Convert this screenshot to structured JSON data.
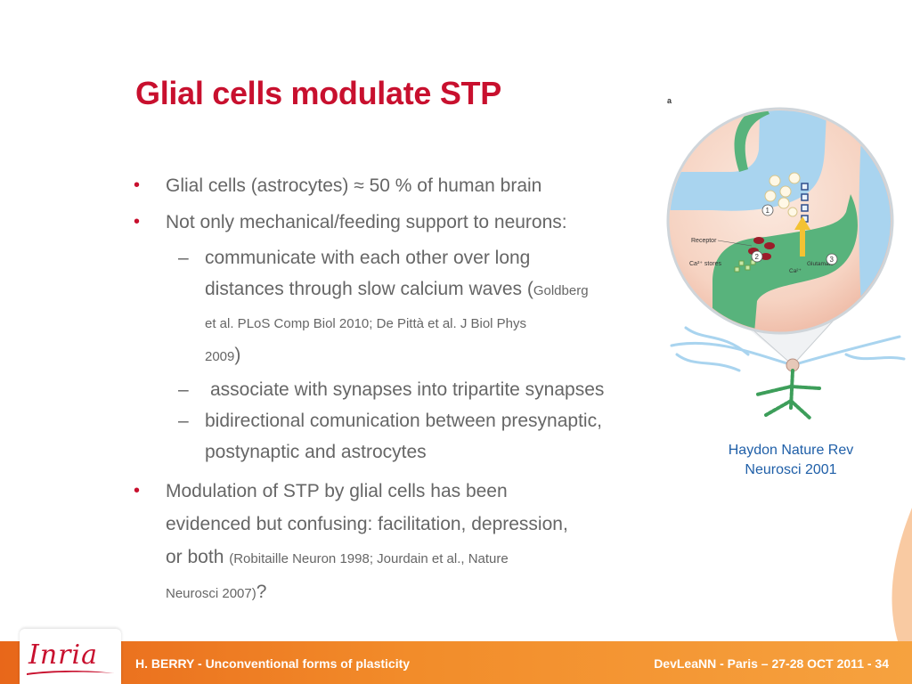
{
  "slide": {
    "title": "Glial cells modulate STP",
    "bullets": {
      "b1": "Glial cells (astrocytes) ≈ 50 % of human brain",
      "b2": "Not only mechanical/feeding support to neurons:",
      "s1_text_a": "communicate with each other over long",
      "s1_text_b": "distances through slow calcium waves (",
      "s1_cite_a": "Goldberg",
      "s1_cite_b": "et al. PLoS Comp Biol 2010; De Pittà et al. J Biol Phys",
      "s1_cite_c": "2009",
      "s1_close": ")",
      "s2": "associate with synapses into tripartite synapses",
      "s3_a": "bidirectional comunication between presynaptic,",
      "s3_b": "postynaptic and astrocytes",
      "b3_a": "Modulation of STP by glial cells has been",
      "b3_b": "evidenced but confusing: facilitation, depression,",
      "b3_c": "or both ",
      "b3_cite_a": "(Robitaille Neuron 1998; Jourdain et al., Nature",
      "b3_cite_b": "Neurosci 2007)",
      "b3_end": "?"
    },
    "figure": {
      "panel_letter": "a",
      "labels": {
        "receptor": "Receptor",
        "ca_stores": "Ca²⁺ stores",
        "ca": "Ca²⁺",
        "glutamate": "Glutamate",
        "n1": "1",
        "n2": "2",
        "n3": "3"
      },
      "caption_a": "Haydon Nature Rev",
      "caption_b": "Neurosci 2001"
    }
  },
  "footer": {
    "logo": "Inria",
    "left": "H. BERRY - Unconventional forms of plasticity",
    "right": "DevLeaNN - Paris – 27-28 OCT 2011 - 34"
  },
  "colors": {
    "title": "#c8102e",
    "body_text": "#666666",
    "caption": "#1f5fa8",
    "footer_orange": "#f28c2a"
  }
}
